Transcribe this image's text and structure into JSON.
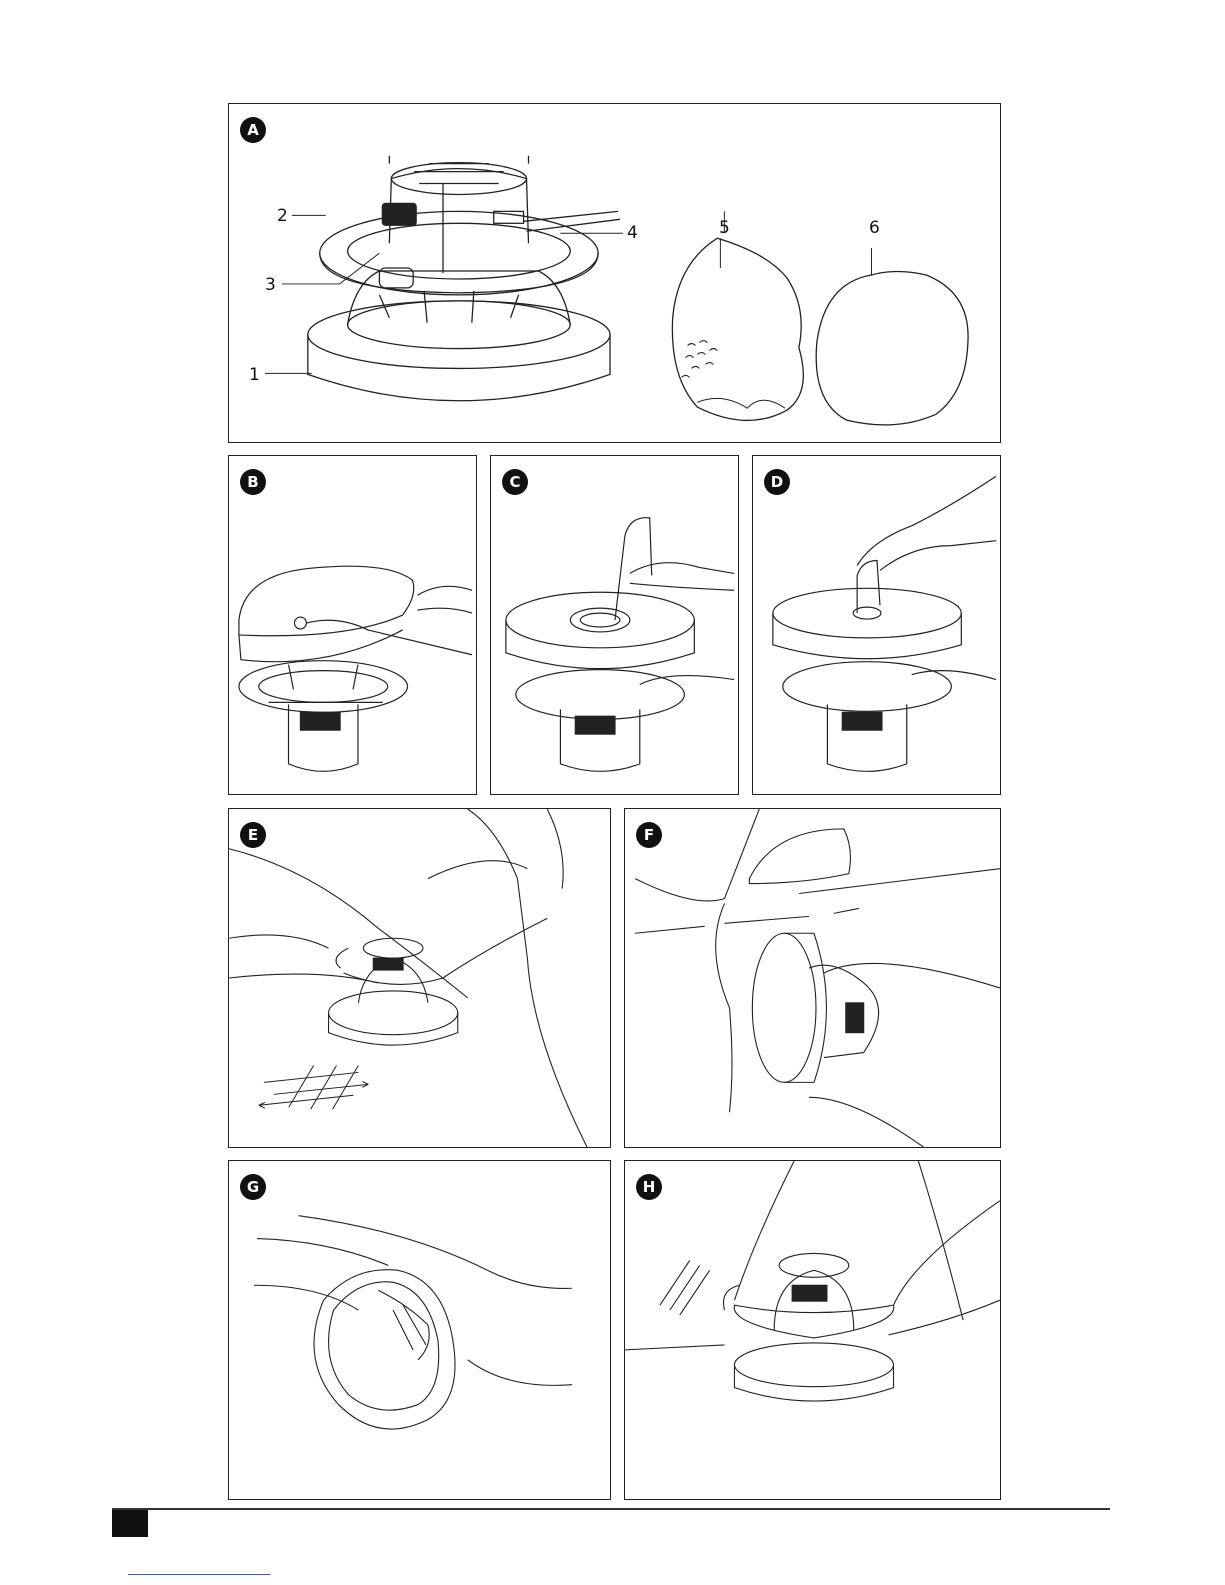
{
  "panels": {
    "A": {
      "badge": "A",
      "callouts": {
        "c1": "1",
        "c2": "2",
        "c3": "3",
        "c4": "4",
        "c5": "5",
        "c6": "6"
      }
    },
    "B": {
      "badge": "B"
    },
    "C": {
      "badge": "C"
    },
    "D": {
      "badge": "D"
    },
    "E": {
      "badge": "E"
    },
    "F": {
      "badge": "F"
    },
    "G": {
      "badge": "G"
    },
    "H": {
      "badge": "H"
    }
  },
  "icons": {
    "polisher": "polisher-illustration",
    "bonnet": "polishing-bonnet",
    "buffing_bonnet": "buffing-bonnet"
  },
  "colors": {
    "ink": "#111111",
    "page": "#ffffff",
    "link": "#2f5bd8"
  }
}
